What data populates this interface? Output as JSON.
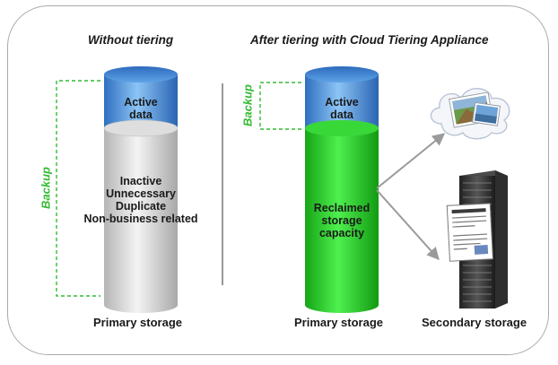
{
  "left": {
    "heading": "Without tiering",
    "cylinder_top": [
      "Active",
      "data"
    ],
    "cylinder_body": [
      "Inactive",
      "Unnecessary",
      "Duplicate",
      "Non-business related"
    ],
    "backup_label": "Backup",
    "base_label": "Primary storage"
  },
  "right": {
    "heading": "After tiering with Cloud Tiering Appliance",
    "cylinder_top": [
      "Active",
      "data"
    ],
    "cylinder_body": [
      "Reclaimed",
      "storage",
      "capacity"
    ],
    "backup_label": "Backup",
    "base_label": "Primary storage",
    "secondary_label": "Secondary storage"
  },
  "icons": {
    "cloud": "cloud-with-photos-icon",
    "server": "server-rack-icon"
  },
  "colors": {
    "active_blue": "#4a90d9",
    "gray_body": "#d9d9d9",
    "green_body": "#22cc22",
    "backup_green": "#33bb33",
    "frame": "#a9a9a9"
  }
}
